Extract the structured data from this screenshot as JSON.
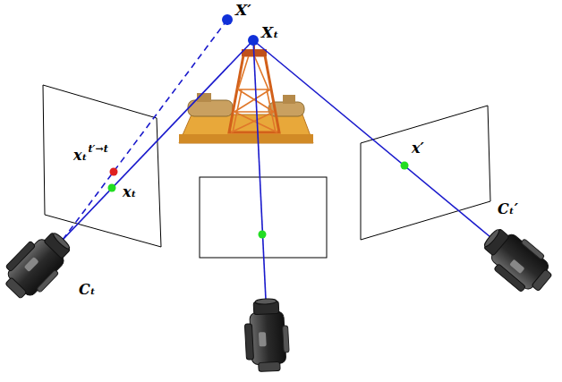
{
  "diagram": {
    "labels": [
      "X′",
      "Xₜ",
      "xₜ",
      "t′→t",
      "xₜ",
      "x′",
      "Cₜ",
      "Cₜ′"
    ]
  }
}
